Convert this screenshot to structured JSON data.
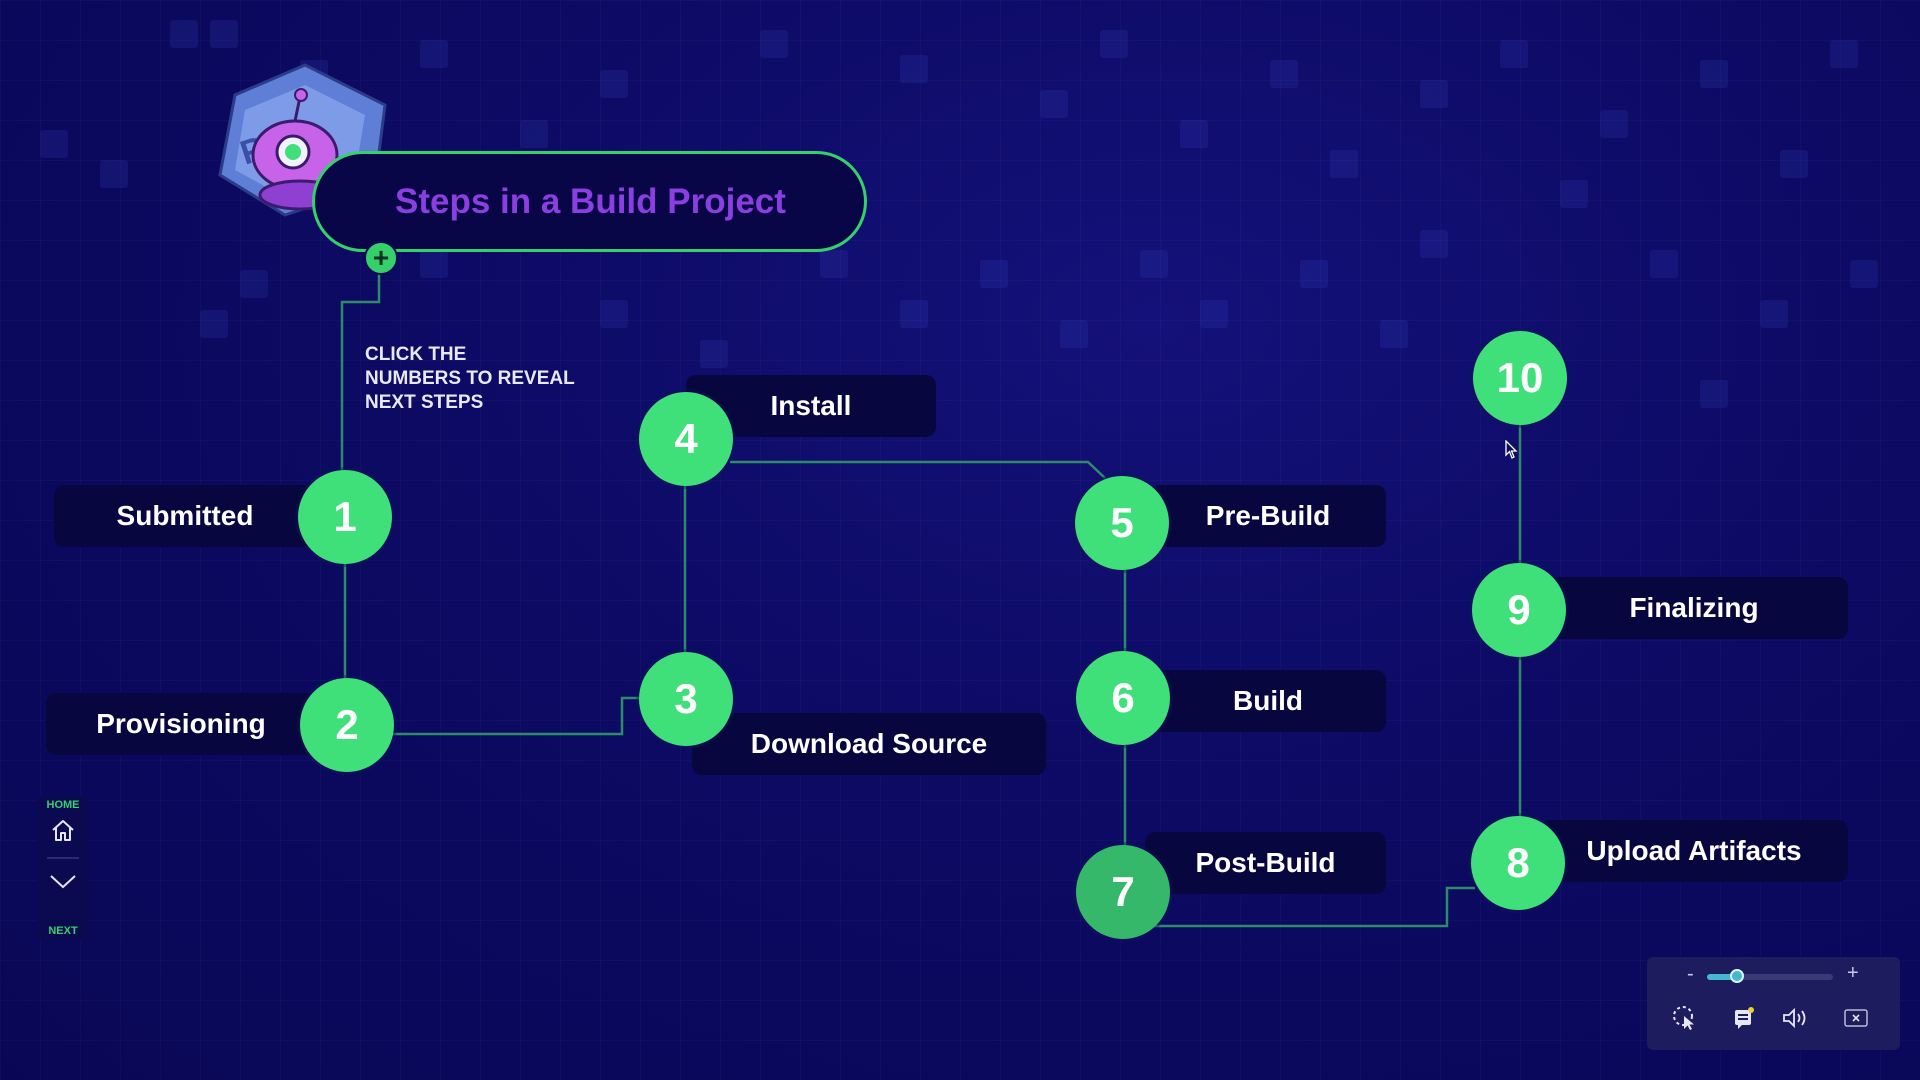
{
  "title": "Steps in a Build Project",
  "instructions": "CLICK THE\nNUMBERS TO REVEAL\nNEXT STEPS",
  "colors": {
    "accent": "#3fe07a",
    "title": "#8b3fe0",
    "background": "#0c0a63",
    "label_bg": "#08063f"
  },
  "steps": [
    {
      "number": "1",
      "label": "Submitted"
    },
    {
      "number": "2",
      "label": "Provisioning"
    },
    {
      "number": "3",
      "label": "Download Source"
    },
    {
      "number": "4",
      "label": "Install"
    },
    {
      "number": "5",
      "label": "Pre-Build"
    },
    {
      "number": "6",
      "label": "Build"
    },
    {
      "number": "7",
      "label": "Post-Build"
    },
    {
      "number": "8",
      "label": "Upload Artifacts"
    },
    {
      "number": "9",
      "label": "Finalizing"
    },
    {
      "number": "10",
      "label": ""
    }
  ],
  "nav": {
    "home_label": "HOME",
    "next_label": "NEXT",
    "home_icon": "home-icon",
    "next_icon": "chevron-down-icon"
  },
  "controls": {
    "minus": "-",
    "plus": "+",
    "zoom_level": 0.18,
    "icons": [
      "pointer-icon",
      "captions-icon",
      "volume-icon",
      "close-icon"
    ]
  }
}
